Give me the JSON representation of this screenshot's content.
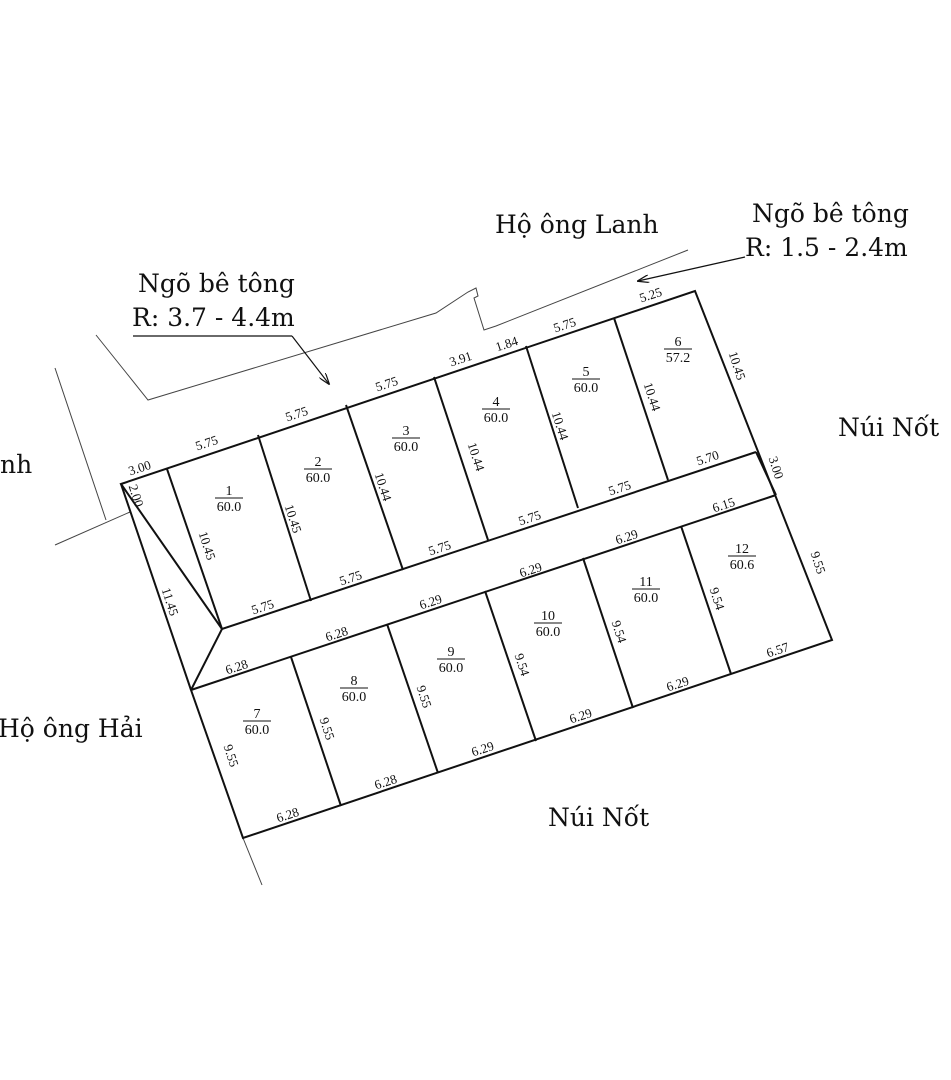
{
  "labels": {
    "neighbor_top": "Hộ ông Lanh",
    "neighbor_left_partial": "nh",
    "neighbor_left": "Hộ ông Hải",
    "mountain_right": "Núi Nốt",
    "mountain_bottom": "Núi Nốt",
    "road_small_name": "Ngõ bê tông",
    "road_small_width": "R: 1.5 - 2.4m",
    "road_main_name": "Ngõ bê tông",
    "road_main_width": "R: 3.7 - 4.4m"
  },
  "lots": [
    {
      "number": "1",
      "area": "60.0"
    },
    {
      "number": "2",
      "area": "60.0"
    },
    {
      "number": "3",
      "area": "60.0"
    },
    {
      "number": "4",
      "area": "60.0"
    },
    {
      "number": "5",
      "area": "60.0"
    },
    {
      "number": "6",
      "area": "57.2"
    },
    {
      "number": "7",
      "area": "60.0"
    },
    {
      "number": "8",
      "area": "60.0"
    },
    {
      "number": "9",
      "area": "60.0"
    },
    {
      "number": "10",
      "area": "60.0"
    },
    {
      "number": "11",
      "area": "60.0"
    },
    {
      "number": "12",
      "area": "60.6"
    }
  ],
  "dimensions": {
    "top_3_00": "3.00",
    "top_1": "5.75",
    "top_2": "5.75",
    "top_3": "5.75",
    "top_3_91": "3.91",
    "top_1_84": "1.84",
    "top_5": "5.75",
    "top_6": "5.25",
    "left_2_00": "2.00",
    "left_11_45": "11.45",
    "right_10_45": "10.45",
    "right_3_00": "3.00",
    "right_9_55": "9.55",
    "d_1_2": "10.45",
    "d_2_3": "10.45",
    "d_3_4": "10.44",
    "d_4_5": "10.44",
    "d_5_6": "10.44",
    "north_bottom_1": "5.75",
    "north_bottom_2": "5.75",
    "north_bottom_3": "5.75",
    "north_bottom_4": "5.75",
    "north_bottom_5": "5.75",
    "north_bottom_6": "5.70",
    "south_top_7": "6.28",
    "south_top_8": "6.28",
    "south_top_9": "6.29",
    "south_top_10": "6.29",
    "south_top_11": "6.29",
    "south_top_12": "6.15",
    "d_7_left": "9.55",
    "d_7_8": "9.55",
    "d_8_9": "9.55",
    "d_9_10": "9.54",
    "d_10_11": "9.54",
    "d_11_12": "9.54",
    "south_bottom_7": "6.28",
    "south_bottom_8": "6.28",
    "south_bottom_9": "6.29",
    "south_bottom_10": "6.29",
    "south_bottom_11": "6.29",
    "south_bottom_12": "6.57"
  }
}
